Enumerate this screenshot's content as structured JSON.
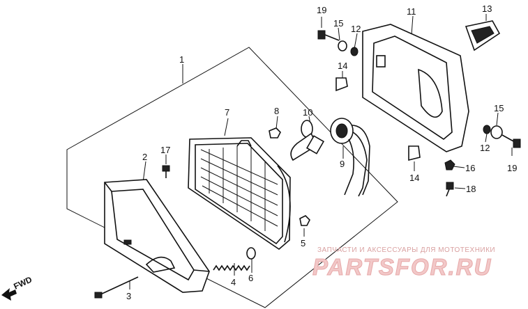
{
  "diagram": {
    "part_labels": [
      "1",
      "2",
      "3",
      "4",
      "5",
      "6",
      "7",
      "8",
      "9",
      "10",
      "11",
      "12",
      "12",
      "13",
      "14",
      "14",
      "15",
      "15",
      "16",
      "17",
      "18",
      "19",
      "19"
    ],
    "direction_label": "FWD",
    "watermark": {
      "caption": "ЗАПЧАСТИ И АКСЕССУАРЫ ДЛЯ МОТОТЕХНИКИ",
      "site": "PARTSFOR.RU",
      "color": "#e7a9a9"
    }
  }
}
